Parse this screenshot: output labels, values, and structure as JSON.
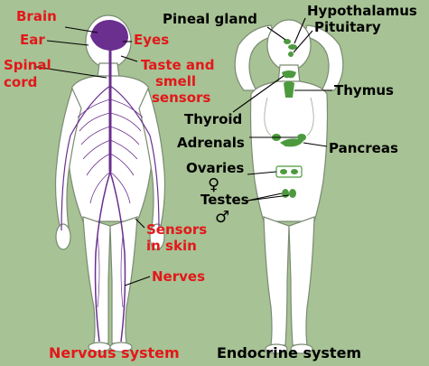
{
  "nervous": {
    "title": "Nervous system",
    "labels": {
      "brain": "Brain",
      "ear": "Ear",
      "eyes": "Eyes",
      "spinal_1": "Spinal",
      "spinal_2": "cord",
      "taste_1": "Taste and",
      "taste_2": "smell",
      "taste_3": "sensors",
      "skin_1": "Sensors",
      "skin_2": "in skin",
      "nerves": "Nerves"
    }
  },
  "endocrine": {
    "title": "Endocrine system",
    "labels": {
      "pineal": "Pineal gland",
      "hypothalamus": "Hypothalamus",
      "pituitary": "Pituitary",
      "thymus": "Thymus",
      "thyroid": "Thyroid",
      "adrenals": "Adrenals",
      "pancreas": "Pancreas",
      "ovaries": "Ovaries",
      "female_symbol": "♀",
      "testes": "Testes",
      "male_symbol": "♂"
    }
  },
  "colors": {
    "background": "#a7c294",
    "body_fill": "#ffffff",
    "nerve_purple": "#6a2f8f",
    "gland_green": "#4d9a3e",
    "label_red": "#e3171a"
  }
}
